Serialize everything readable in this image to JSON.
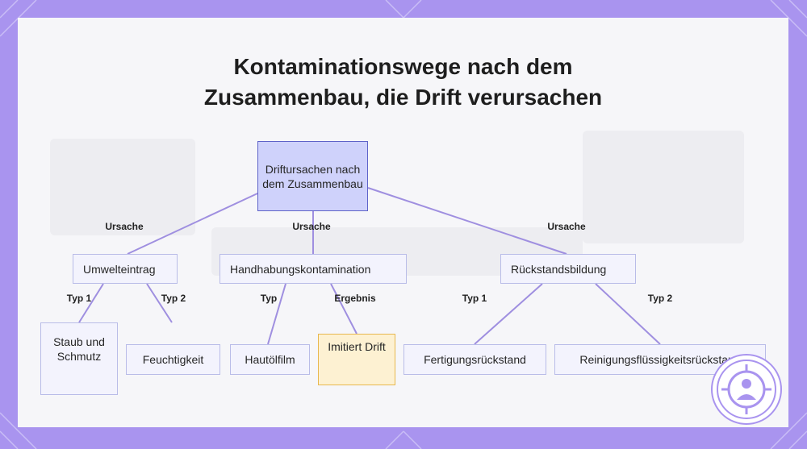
{
  "title_line1": "Kontaminationswege nach dem",
  "title_line2": "Zusammenbau, die Drift verursachen",
  "nodes": {
    "root": "Driftursachen nach dem Zusammenbau",
    "umwelteintrag": "Umwelteintrag",
    "handhabung": "Handhabungskontamination",
    "rueckstand": "Rückstandsbildung",
    "staub": "Staub und Schmutz",
    "feuchtigkeit": "Feuchtigkeit",
    "hautoel": "Hautölfilm",
    "imitiert": "Imitiert Drift",
    "fertigung": "Fertigungsrückstand",
    "reinigung": "Reinigungsflüssigkeitsrückstand"
  },
  "edge_labels": {
    "ursache_left": "Ursache",
    "ursache_mid": "Ursache",
    "ursache_right": "Ursache",
    "typ1_left": "Typ 1",
    "typ2_left": "Typ 2",
    "typ_mid": "Typ",
    "ergebnis": "Ergebnis",
    "typ1_right": "Typ 1",
    "typ2_right": "Typ 2"
  },
  "colors": {
    "frame": "#a994ef",
    "node_fill": "#f3f3fd",
    "node_border": "#b9bce8",
    "root_fill": "#cfd2fb",
    "root_border": "#5e62c8",
    "highlight_fill": "#fdf1d2",
    "highlight_border": "#e8b84e",
    "connector": "#9f8fe0"
  },
  "icons": [
    "target-logo-icon"
  ]
}
